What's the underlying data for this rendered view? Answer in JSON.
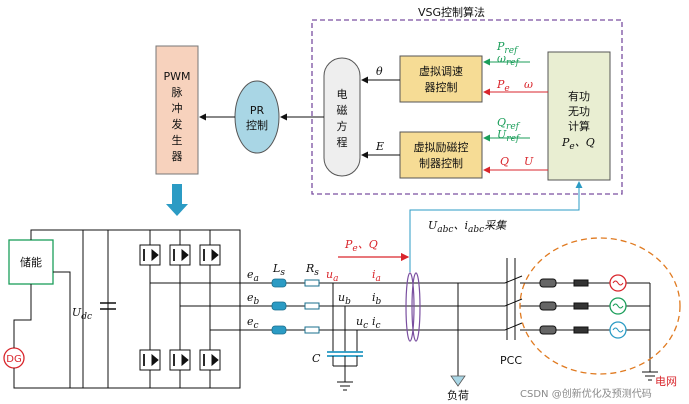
{
  "vsg_title": "VSG控制算法",
  "blocks": {
    "pwm": [
      "PWM",
      "脉",
      "冲",
      "发",
      "生",
      "器"
    ],
    "pr": [
      "PR",
      "控制"
    ],
    "em": [
      "电",
      "磁",
      "方",
      "程"
    ],
    "speed": [
      "虚拟调速",
      "器控制"
    ],
    "excite": [
      "虚拟励磁控",
      "制器控制"
    ],
    "power": [
      "有功",
      "无功",
      "计算"
    ],
    "power_pq": "P",
    "power_e": "e",
    "power_q": "、Q",
    "storage": "储能",
    "dg": "DG"
  },
  "signals": {
    "theta": "θ",
    "E": "E",
    "Pref_P": "P",
    "Pref_sub": "ref",
    "wref_w": "ω",
    "wref_sub": "ref",
    "Pe_P": "P",
    "Pe_sub": "e",
    "omega": "ω",
    "Qref_Q": "Q",
    "Qref_sub": "ref",
    "Uref_U": "U",
    "Uref_sub": "ref",
    "Q": "Q",
    "U": "U",
    "Udc_U": "U",
    "Udc_sub": "dc",
    "Ls_L": "L",
    "Ls_sub": "s",
    "Rs_R": "R",
    "Rs_sub": "s",
    "C": "C",
    "ea": "e",
    "ea_sub": "a",
    "eb": "e",
    "eb_sub": "b",
    "ec": "e",
    "ec_sub": "c",
    "ua": "u",
    "ua_sub": "a",
    "ub": "u",
    "ub_sub": "b",
    "uc": "u",
    "uc_sub": "c",
    "ia": "i",
    "ia_sub": "a",
    "ib": "i",
    "ib_sub": "b",
    "ic": "i",
    "ic_sub": "c",
    "flow_P": "P",
    "flow_sub": "e",
    "flow_Q": "、Q",
    "sample_U": "U",
    "sample_Usub": "abc",
    "sample_sep": "、",
    "sample_i": "i",
    "sample_isub": "abc",
    "sample_text": "采集"
  },
  "labels": {
    "pcc": "PCC",
    "load": "负荷",
    "grid": "电网"
  },
  "watermark": "CSDN @创新优化及预测代码",
  "colors": {
    "pwm_fill": "#f7d2bd",
    "pr_fill": "#a9d6e5",
    "em_fill": "#eeeeee",
    "ctrl_fill": "#f6dc95",
    "power_fill": "#e9eed2",
    "storage_border": "#1b9e5a",
    "dg_border": "#d9262c",
    "vsg_border": "#7a4fa0",
    "arrow_blue": "#2b9bc4",
    "red_signal": "#d9262c",
    "green_signal": "#1b9e5a"
  }
}
